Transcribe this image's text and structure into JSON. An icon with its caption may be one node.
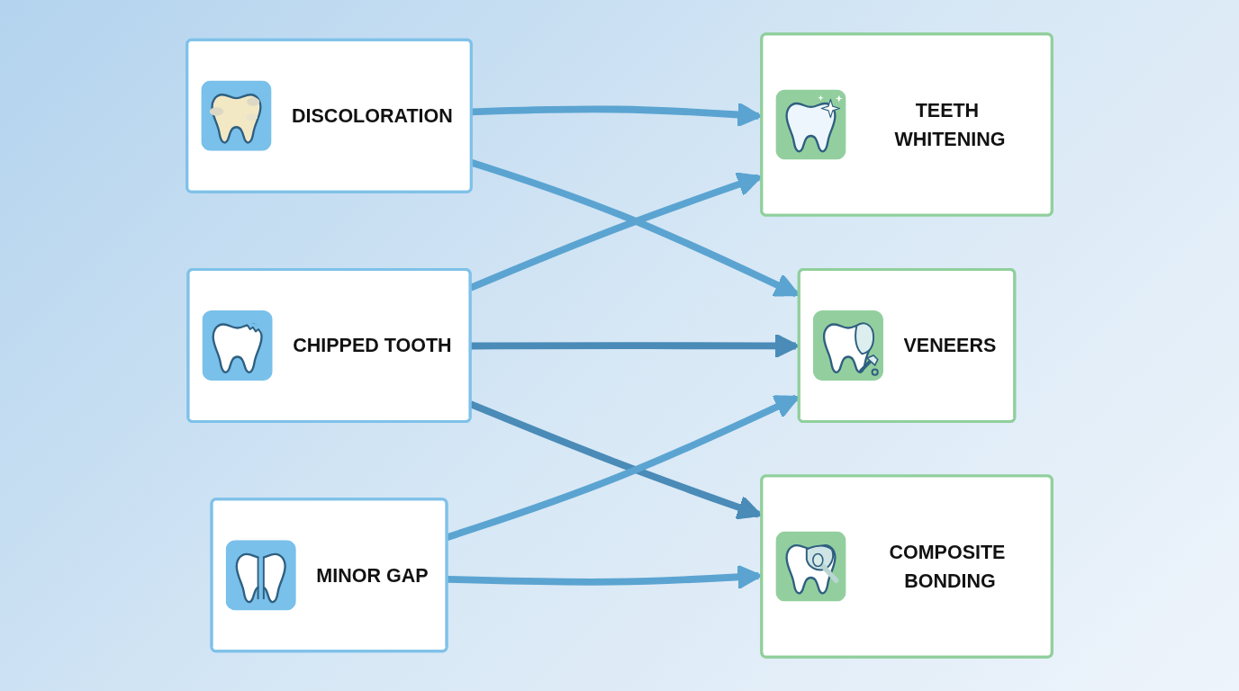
{
  "diagram": {
    "nodes": [
      {
        "text": [
          "CHIPPED TOOTH"
        ]
      },
      {
        "text": [
          "DISCOLORATION"
        ]
      },
      {
        "text": [
          "MINOR GAP"
        ]
      },
      {
        "text": [
          "TEETH WHITENING"
        ]
      },
      {
        "text": [
          "VENEERS"
        ]
      },
      {
        "text": [
          "COMPOSITE BONDING"
        ]
      }
    ],
    "edges": [
      {
        "from": 0,
        "to": 3,
        "arrow": "to"
      },
      {
        "from": 0,
        "to": 4,
        "arrow": "to",
        "color": "#4a8bb8"
      },
      {
        "from": 0,
        "to": 5,
        "arrow": "to",
        "color": "#4a8bb8"
      },
      {
        "from": 1,
        "to": 3,
        "arrow": "to"
      },
      {
        "from": 1,
        "to": 4,
        "arrow": "to"
      },
      {
        "from": 2,
        "to": 4,
        "arrow": "to"
      },
      {
        "from": 2,
        "to": 5,
        "arrow": "to"
      }
    ]
  }
}
